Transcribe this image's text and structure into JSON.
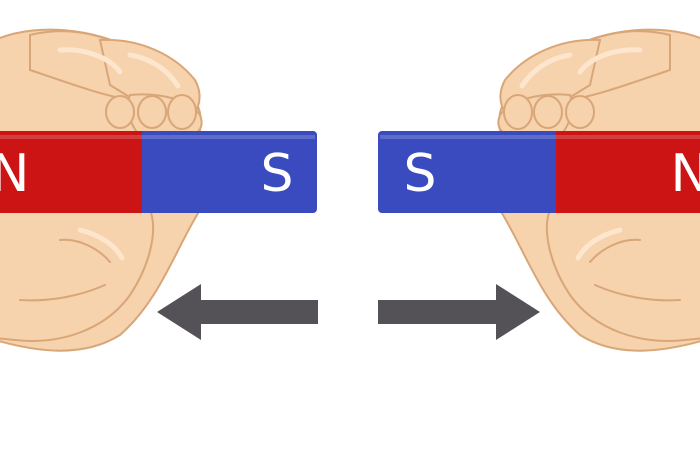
{
  "scene": {
    "background_color": "#ffffff",
    "relation": "repel"
  },
  "left_magnet": {
    "poles": [
      {
        "label": "N",
        "color": "#cc1414"
      },
      {
        "label": "S",
        "color": "#3a4bbf"
      }
    ],
    "facing_pole": "S"
  },
  "right_magnet": {
    "poles": [
      {
        "label": "S",
        "color": "#3a4bbf"
      },
      {
        "label": "N",
        "color": "#cc1414"
      }
    ],
    "facing_pole": "S"
  },
  "arrows": {
    "color": "#555257",
    "left_direction": "left",
    "right_direction": "right"
  },
  "hands": {
    "skin_color": "#f6d2ad",
    "outline_color": "#d9a678",
    "highlight_color": "#fde6cd"
  }
}
